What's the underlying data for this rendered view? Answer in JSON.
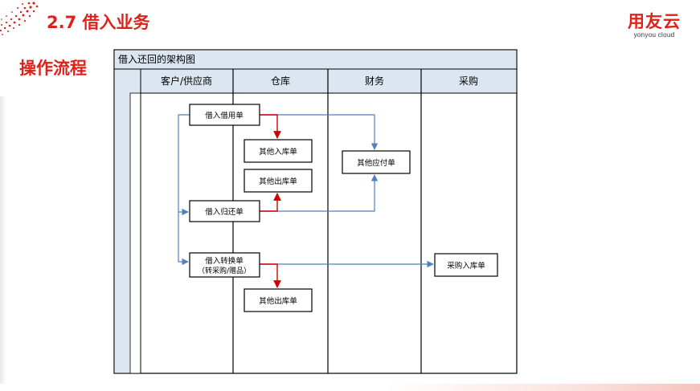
{
  "slide": {
    "title": "2.7 借入业务",
    "section_label": "操作流程"
  },
  "logo": {
    "name_cn": "用友云",
    "name_en": "yonyou cloud"
  },
  "colors": {
    "brand_red": "#e0201b",
    "flow_blue": "#4f81bd",
    "flow_red": "#d00000",
    "header_fill": "#dce6f1"
  },
  "diagram": {
    "title": "借入还回的架构图",
    "lanes": [
      "客户/供应商",
      "仓库",
      "财务",
      "采购"
    ],
    "nodes": {
      "borrow_in": "借入借用单",
      "other_in_stock": "其他入库单",
      "other_out_stock_1": "其他出库单",
      "other_payable": "其他应付单",
      "borrow_return": "借入归还单",
      "borrow_convert_line1": "借入转换单",
      "borrow_convert_line2": "（转采购/赠品）",
      "purchase_in_stock": "采购入库单",
      "other_out_stock_2": "其他出库单"
    }
  }
}
